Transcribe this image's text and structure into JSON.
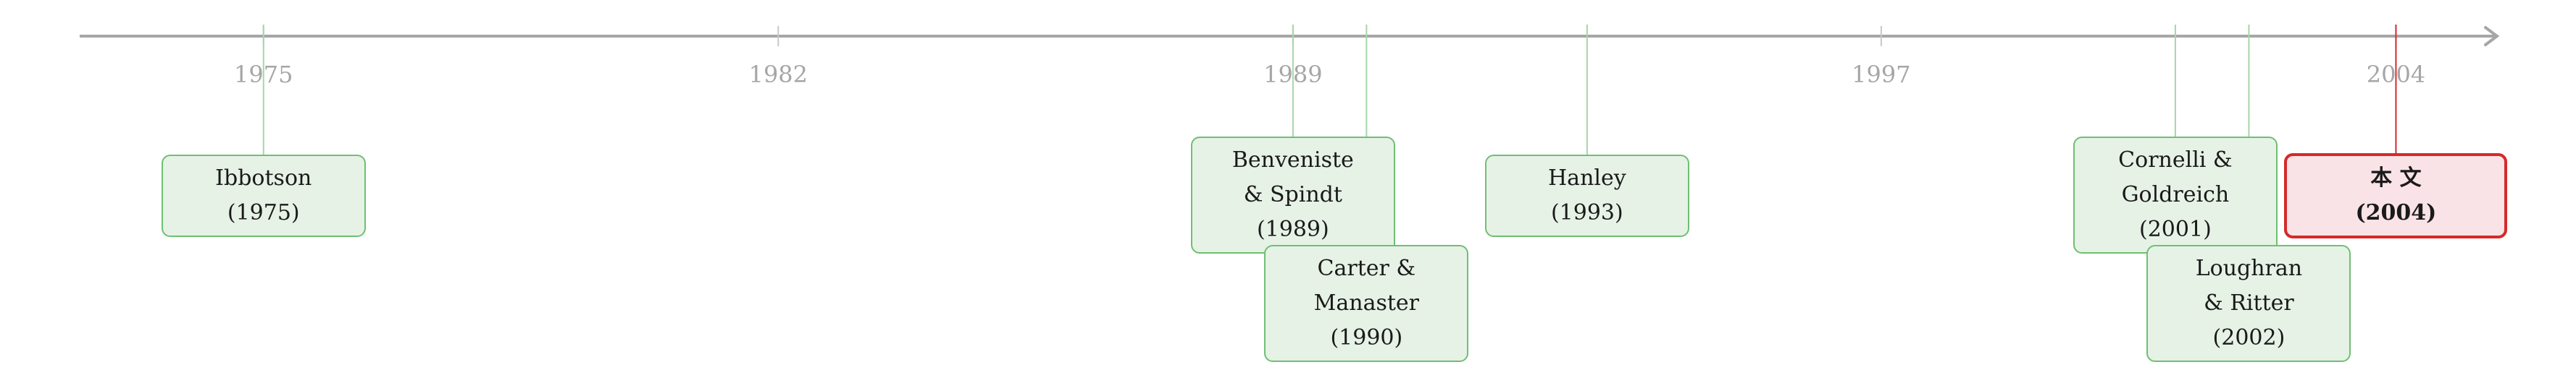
{
  "timeline": {
    "axis_range": [
      1972.5,
      2005.7
    ],
    "ticks": [
      "1975",
      "1982",
      "1989",
      "1997",
      "2004"
    ],
    "axis_color": "#a6a6a6",
    "connector_color": "#a8d5a8",
    "highlight_color": "#d42a2a"
  },
  "events": [
    {
      "year": 1975,
      "lines": [
        "Ibbotson",
        "(1975)"
      ],
      "highlight": false
    },
    {
      "year": 1989,
      "lines": [
        "Benveniste",
        "& Spindt",
        "(1989)"
      ],
      "highlight": false
    },
    {
      "year": 1990,
      "lines": [
        "Carter &",
        "Manaster",
        "(1990)"
      ],
      "highlight": false
    },
    {
      "year": 1993,
      "lines": [
        "Hanley",
        "(1993)"
      ],
      "highlight": false
    },
    {
      "year": 2001,
      "lines": [
        "Cornelli &",
        "Goldreich",
        "(2001)"
      ],
      "highlight": false
    },
    {
      "year": 2002,
      "lines": [
        "Loughran",
        "& Ritter",
        "(2002)"
      ],
      "highlight": false
    },
    {
      "year": 2004,
      "lines": [
        "本 文",
        "(2004)"
      ],
      "highlight": true
    }
  ]
}
